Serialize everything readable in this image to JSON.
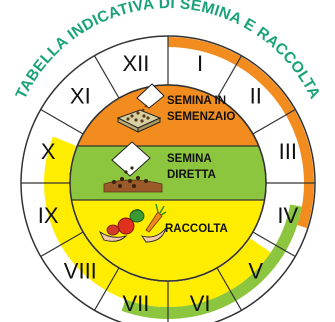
{
  "title": "TABELLA INDICATIVA DI SEMINA E RACCOLTA",
  "months": [
    "I",
    "II",
    "III",
    "IV",
    "V",
    "VI",
    "VII",
    "VIII",
    "IX",
    "X",
    "XI",
    "XII"
  ],
  "bands": [
    {
      "key": "semenzaio",
      "lines": [
        "SEMINA IN",
        "SEMENZAIO"
      ],
      "color": "#f28c1e",
      "icon": "seed-tray-icon"
    },
    {
      "key": "diretta",
      "lines": [
        "SEMINA",
        "DIRETTA"
      ],
      "color": "#8cc63f",
      "icon": "seed-packet-soil-icon"
    },
    {
      "key": "raccolta",
      "lines": [
        "RACCOLTA"
      ],
      "color": "#ffed00",
      "icon": "harvest-vegetables-hands-icon"
    }
  ],
  "colors": {
    "title": "#1aa37a",
    "ring_border": "#333333"
  },
  "season_arcs": [
    {
      "band": "semenzaio",
      "from_month": "I",
      "to_month": "IV"
    },
    {
      "band": "diretta",
      "from_month": "IV",
      "to_month": "VII"
    },
    {
      "band": "raccolta",
      "from_month": "V",
      "to_month": "X"
    }
  ]
}
